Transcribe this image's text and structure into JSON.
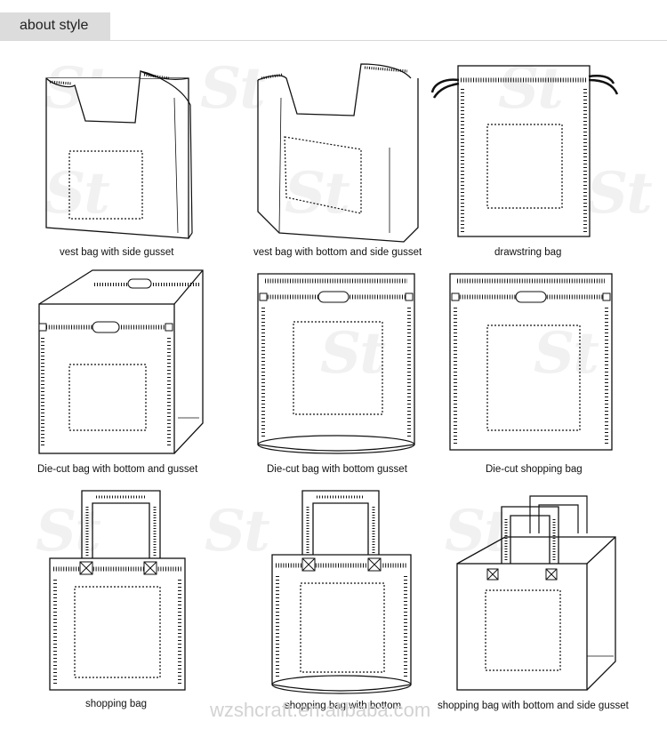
{
  "header": {
    "title": "about style"
  },
  "bags": [
    {
      "caption": "vest bag with side gusset",
      "icon": "vest-bag-side-gusset-icon"
    },
    {
      "caption": "vest bag with bottom and side gusset",
      "icon": "vest-bag-bottom-side-gusset-icon"
    },
    {
      "caption": "drawstring bag",
      "icon": "drawstring-bag-icon"
    },
    {
      "caption": "Die-cut bag with bottom and gusset",
      "icon": "die-cut-bag-bottom-gusset-icon"
    },
    {
      "caption": "Die-cut bag with bottom gusset",
      "icon": "die-cut-bag-bottom-icon"
    },
    {
      "caption": "Die-cut shopping bag",
      "icon": "die-cut-shopping-bag-icon"
    },
    {
      "caption": "shopping bag",
      "icon": "shopping-bag-icon"
    },
    {
      "caption": "shopping bag with bottom",
      "icon": "shopping-bag-bottom-icon"
    },
    {
      "caption": "shopping bag with bottom and side gusset",
      "icon": "shopping-bag-bottom-side-gusset-icon"
    }
  ],
  "watermark": {
    "logo": "St",
    "site": "wzshcraft.en.alibaba.com"
  }
}
